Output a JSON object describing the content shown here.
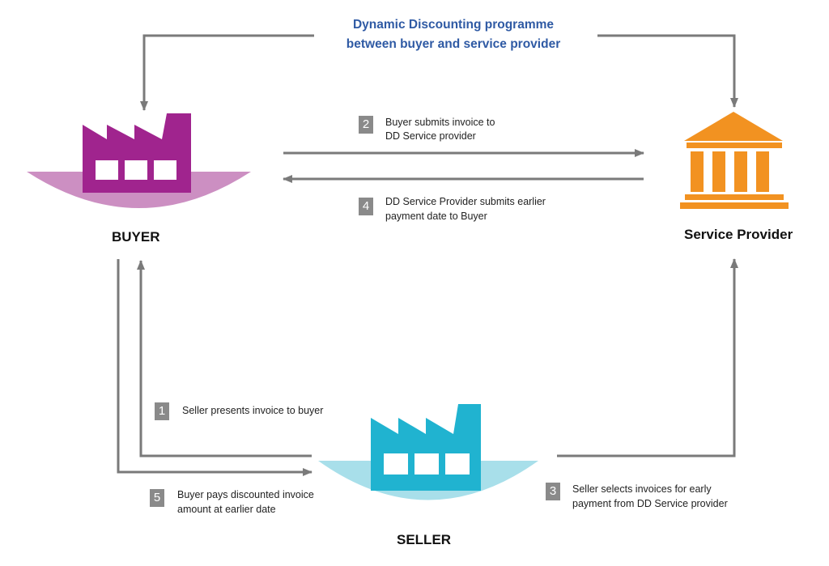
{
  "title": {
    "line1": "Dynamic Discounting programme",
    "line2": "between buyer and service provider",
    "color": "#2f5aa4"
  },
  "entities": {
    "buyer": {
      "label": "BUYER",
      "icon": "factory-icon",
      "color": "#a0248e",
      "base_color": "#cc8fc2"
    },
    "service_provider": {
      "label": "Service Provider",
      "icon": "bank-building-icon",
      "color": "#f29221"
    },
    "seller": {
      "label": "SELLER",
      "icon": "factory-icon",
      "color": "#20b3d0",
      "base_color": "#a8dfea"
    }
  },
  "steps": [
    {
      "number": "1",
      "line1": "Seller presents invoice to buyer",
      "line2": ""
    },
    {
      "number": "2",
      "line1": "Buyer submits invoice to",
      "line2": "DD Service provider"
    },
    {
      "number": "3",
      "line1": "Seller selects invoices for early",
      "line2": "payment from DD Service provider"
    },
    {
      "number": "4",
      "line1": "DD Service Provider submits earlier",
      "line2": "payment date to Buyer"
    },
    {
      "number": "5",
      "line1": "Buyer pays discounted invoice",
      "line2": "amount at earlier date"
    }
  ],
  "arrow_color": "#7a7a7a",
  "step_box_color": "#8a8a8a"
}
